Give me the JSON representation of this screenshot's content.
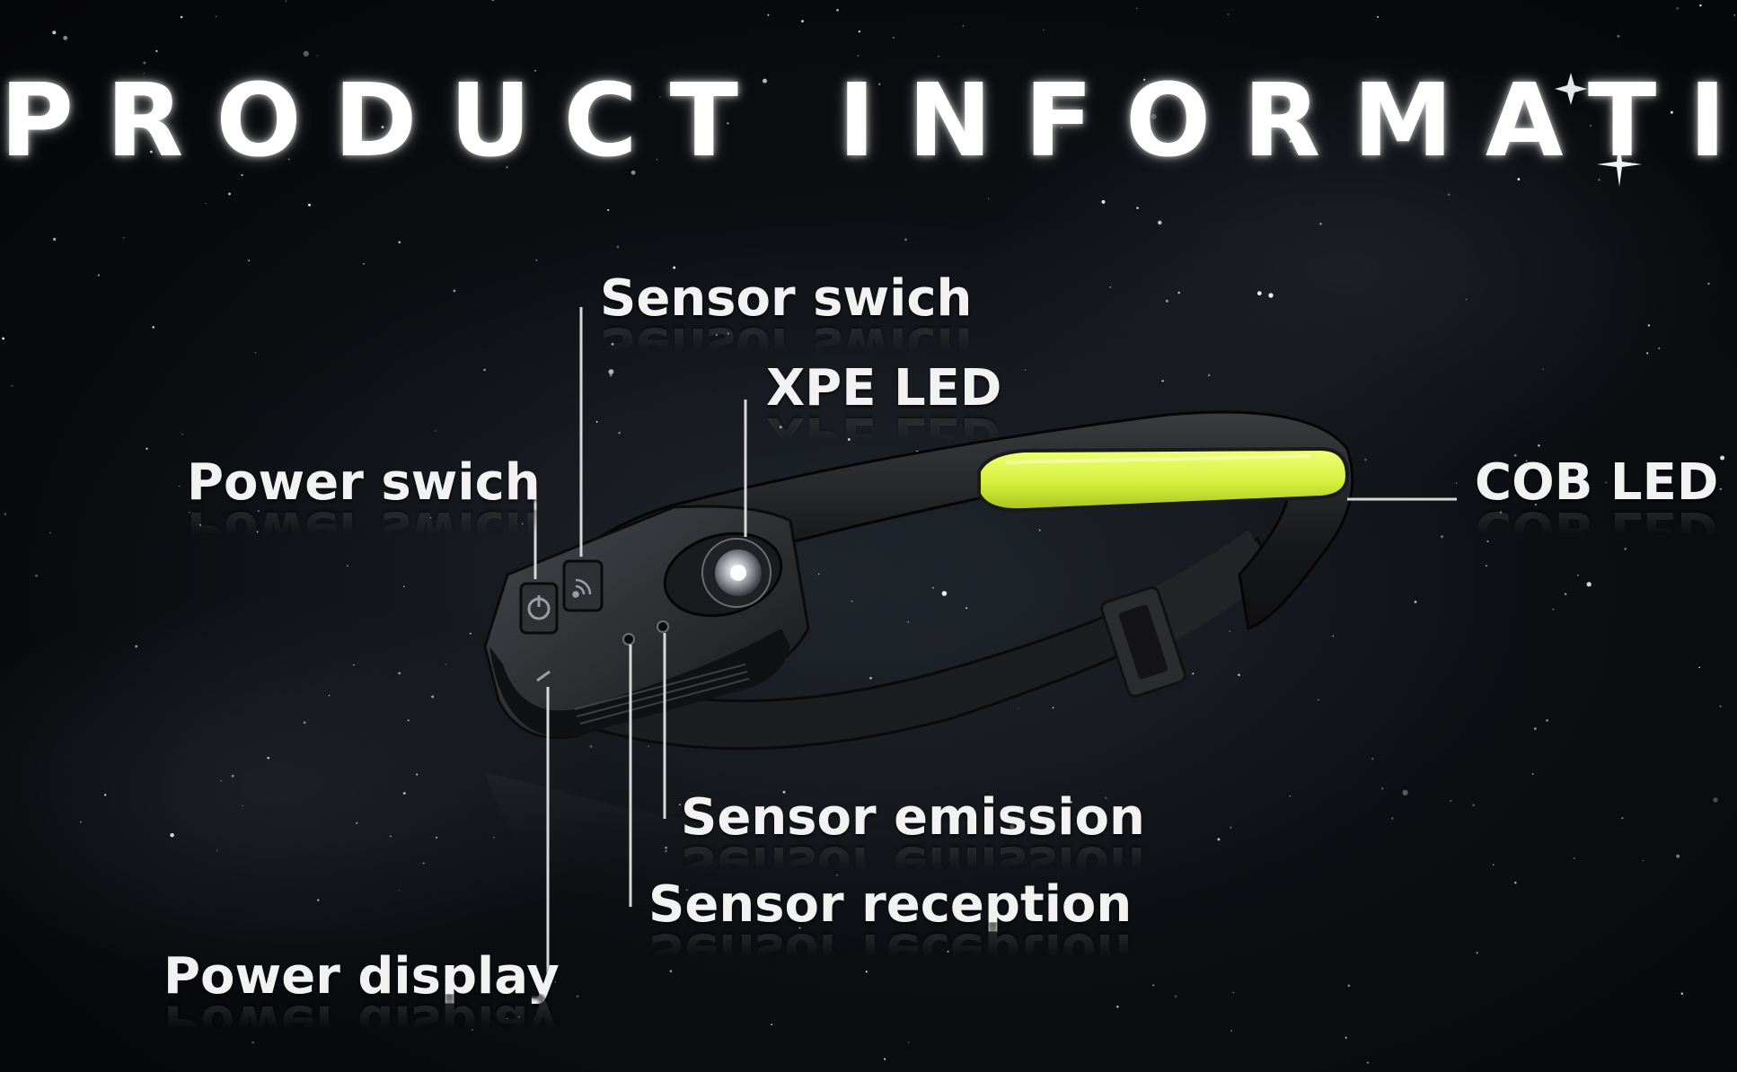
{
  "title": "PRODUCT INFORMATION",
  "labels": {
    "sensor_switch": "Sensor swich",
    "xpe_led": "XPE LED",
    "power_switch": "Power swich",
    "cob_led": "COB LED",
    "sensor_emission": "Sensor emission",
    "sensor_reception": "Sensor reception",
    "power_display": "Power display"
  },
  "colors": {
    "background": "#0a0c10",
    "cob_led": "#d8f542",
    "text": "#f2f2f2"
  }
}
